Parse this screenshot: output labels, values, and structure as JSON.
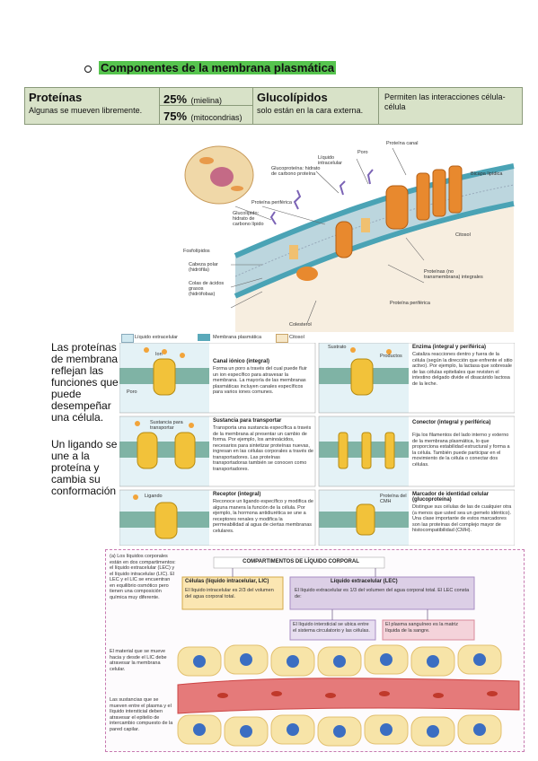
{
  "heading": "Componentes de la membrana plasmática",
  "table": {
    "proteinas_title": "Proteínas",
    "proteinas_desc": "Algunas se mueven libremente.",
    "pct_mielina_value": "25%",
    "pct_mielina_label": "(mielina)",
    "pct_mito_value": "75%",
    "pct_mito_label": "(mitocondrias)",
    "gluco_title": "Glucolípidos",
    "gluco_desc": "solo están en la cara externa.",
    "interac_desc": "Permiten las interacciones célula-célula"
  },
  "side_text": {
    "para1": "Las proteínas de membrana reflejan las funciones que puede desempeñar una célula.",
    "para2": "Un ligando se une a la proteína y cambia su conformación"
  },
  "membrane_fig": {
    "labels": {
      "proteina_canal": "Proteína canal",
      "poro": "Poro",
      "glicoproteina": "Glucoproteína: hidrato de carbono proteína",
      "liquido_intracelular": "Líquido intracelular",
      "bicapa": "Bicapa lipídica",
      "proteina_periferica": "Proteína periférica",
      "glucolipido": "Glucolípido: hidrato de carbono lípido",
      "fosfolipidos": "Fosfolípidos",
      "cabeza_polar": "Cabeza polar (hidrófila)",
      "colas": "Colas de ácidos grasos (hidrófobas)",
      "citosol": "Citosol",
      "proteinas_integrales": "Proteínas (no transmembrana) integrales",
      "proteina_periferica2": "Proteína periférica",
      "colesterol": "Colesterol"
    }
  },
  "legend": {
    "extracelular": "Líquido extracelular",
    "membrana": "Membrana plasmática",
    "citosol": "Citosol"
  },
  "functions": [
    {
      "title": "Canal iónico (integral)",
      "body": "Forma un poro a través del cual puede fluir un ion específico para atravesar la membrana. La mayoría de las membranas plasmáticas incluyen canales específicos para varios iones comunes.",
      "l1": "Ion",
      "l2": "Poro"
    },
    {
      "title": "Sustancia para transportar",
      "body": "Transporta una sustancia específica a través de la membrana al presentar un cambio de forma. Por ejemplo, los aminoácidos, necesarios para sintetizar proteínas nuevas, ingresan en las células corporales a través de transportadores. Las proteínas transportadoras también se conocen como transportadores.",
      "l1": "Sustancia para transportar",
      "l2": ""
    },
    {
      "title": "Receptor (integral)",
      "body": "Reconoce un ligando específico y modifica de alguna manera la función de la célula. Por ejemplo, la hormona antidiurética se une a receptores renales y modifica la permeabilidad al agua de ciertas membranas celulares.",
      "l1": "Ligando",
      "l2": ""
    },
    {
      "title": "Enzima (integral y periférica)",
      "body": "Cataliza reacciones dentro y fuera de la célula (según la dirección que enfrente el sitio activo). Por ejemplo, la lactasa que sobresale de las células epiteliales que revisten el intestino delgado divide el disacárido lactosa de la leche.",
      "l1": "Sustrato",
      "l2": "Productos"
    },
    {
      "title": "Conector (integral y periférica)",
      "body": "Fija los filamentos del lado interno y externo de la membrana plasmática, lo que proporciona estabilidad estructural y forma a la célula. También puede participar en el movimiento de la célula o conectar dos células.",
      "l1": "",
      "l2": ""
    },
    {
      "title": "Marcador de identidad celular (glucoproteína)",
      "body": "Distingue sus células de las de cualquier otra (a menos que usted sea un gemelo idéntico). Una clase importante de estos marcadores son las proteínas del complejo mayor de histocompatibilidad (CMH).",
      "l1": "Proteína del CMH",
      "l2": ""
    }
  ],
  "bottom_fig": {
    "note_a": "(a) Los líquidos corporales están en dos compartimentos: el líquido extracelular (LEC) y el líquido intracelular (LIC). El LEC y el LIC se encuentran en equilibrio osmótico pero tienen una composición química muy diferente.",
    "compartments_title": "COMPARTIMENTOS DE LÍQUIDO CORPORAL",
    "lic_title": "Células (líquido intracelular, LIC)",
    "lic_body": "El líquido intracelular es 2/3 del volumen del agua corporal total.",
    "lec_title": "Líquido extracelular (LEC)",
    "lec_body": "El líquido extracelular es 1/3 del volumen del agua corporal total. El LEC consta de:",
    "intersticial": "El líquido intersticial se ubica entre el sistema circulatorio y las células.",
    "plasma": "El plasma sanguíneo es la matriz líquida de la sangre.",
    "note_b": "El material que se mueve hacia y desde el LIC debe atravesar la membrana celular.",
    "note_c": "Las sustancias que se mueven entre el plasma y el líquido intersticial deben atravesar el epitelio de intercambio compuesto de la pared capilar."
  }
}
